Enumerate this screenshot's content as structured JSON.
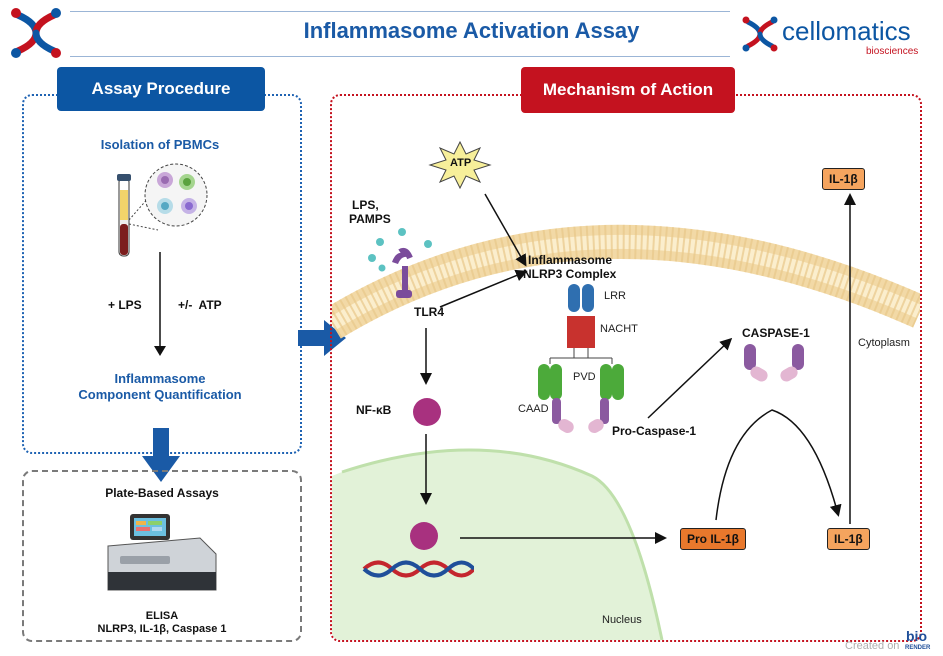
{
  "header": {
    "title": "Inflammasome Activation Assay",
    "brand_name": "cellomatics",
    "brand_sub": "biosciences"
  },
  "left": {
    "procedure_pill": "Assay Procedure",
    "isolation": "Isolation of PBMCs",
    "lps": "+ LPS",
    "atp": "+/-  ATP",
    "quant_line1": "Inflammasome",
    "quant_line2": "Component Quantification",
    "plate_title": "Plate-Based Assays",
    "elisa_line1": "ELISA",
    "elisa_line2": "NLRP3, IL-1β, Caspase 1"
  },
  "right": {
    "mechanism_pill": "Mechanism of Action",
    "atp": "ATP",
    "lps_line1": "LPS,",
    "lps_line2": "PAMPS",
    "tlr4": "TLR4",
    "inflammasome_line1": "Inflammasome",
    "inflammasome_line2": "NLRP3 Complex",
    "lrr": "LRR",
    "nacht": "NACHT",
    "pvd": "PVD",
    "caad": "CAAD",
    "pro_caspase": "Pro-Caspase-1",
    "caspase": "CASPASE-1",
    "nfkb": "NF-κB",
    "pro_il": "Pro IL-1β",
    "il_mid": "IL-1β",
    "il_top": "IL-1β",
    "cytoplasm": "Cytoplasm",
    "nucleus": "Nucleus"
  },
  "footer": {
    "created_on": "Created on",
    "biorender_top": "bio",
    "biorender_bottom": "RENDER"
  },
  "colors": {
    "brand_blue": "#0c56a3",
    "brand_red": "#c4121f",
    "tag_orange": "#f5a45e",
    "tag_dark_orange": "#e8782c",
    "nfkb_purple": "#a8317f"
  }
}
